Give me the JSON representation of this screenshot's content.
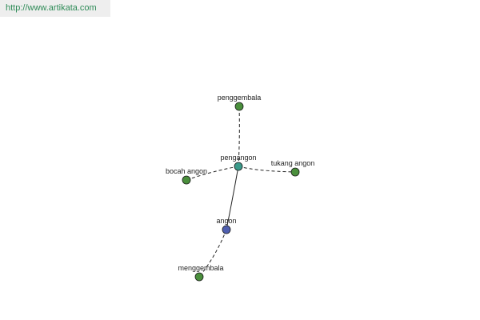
{
  "banner": {
    "url": "http://www.artikata.com"
  },
  "colors": {
    "center": "#3a9a8a",
    "primary": "#4f5fb0",
    "related": "#4a8f3c",
    "edge": "#222222",
    "banner_text": "#2e8b57"
  },
  "nodes": [
    {
      "id": "pengangon",
      "label": "pengangon",
      "role": "center"
    },
    {
      "id": "angon",
      "label": "angon",
      "role": "primary"
    },
    {
      "id": "penggembala",
      "label": "penggembala",
      "role": "related"
    },
    {
      "id": "bocah-angon",
      "label": "bocah angon",
      "role": "related"
    },
    {
      "id": "tukang-angon",
      "label": "tukang angon",
      "role": "related"
    },
    {
      "id": "menggembala",
      "label": "menggembala",
      "role": "related"
    }
  ],
  "edges": [
    {
      "from": "pengangon",
      "to": "angon",
      "style": "solid"
    },
    {
      "from": "pengangon",
      "to": "penggembala",
      "style": "dashed"
    },
    {
      "from": "pengangon",
      "to": "bocah-angon",
      "style": "dashed"
    },
    {
      "from": "pengangon",
      "to": "tukang-angon",
      "style": "dashed"
    },
    {
      "from": "angon",
      "to": "menggembala",
      "style": "dashed"
    }
  ]
}
